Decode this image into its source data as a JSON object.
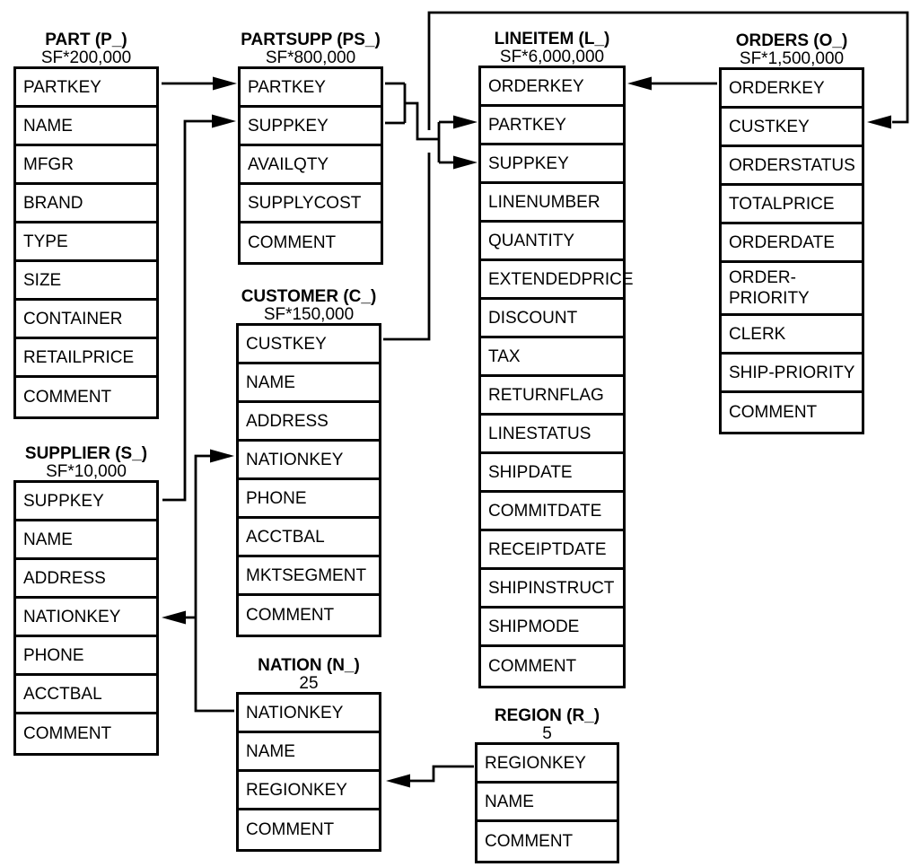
{
  "tables": {
    "part": {
      "title": "PART (P_)",
      "cardinality": "SF*200,000",
      "columns": [
        "PARTKEY",
        "NAME",
        "MFGR",
        "BRAND",
        "TYPE",
        "SIZE",
        "CONTAINER",
        "RETAILPRICE",
        "COMMENT"
      ]
    },
    "partsupp": {
      "title": "PARTSUPP (PS_)",
      "cardinality": "SF*800,000",
      "columns": [
        "PARTKEY",
        "SUPPKEY",
        "AVAILQTY",
        "SUPPLYCOST",
        "COMMENT"
      ]
    },
    "lineitem": {
      "title": "LINEITEM (L_)",
      "cardinality": "SF*6,000,000",
      "columns": [
        "ORDERKEY",
        "PARTKEY",
        "SUPPKEY",
        "LINENUMBER",
        "QUANTITY",
        "EXTENDEDPRICE",
        "DISCOUNT",
        "TAX",
        "RETURNFLAG",
        "LINESTATUS",
        "SHIPDATE",
        "COMMITDATE",
        "RECEIPTDATE",
        "SHIPINSTRUCT",
        "SHIPMODE",
        "COMMENT"
      ]
    },
    "orders": {
      "title": "ORDERS (O_)",
      "cardinality": "SF*1,500,000",
      "columns": [
        "ORDERKEY",
        "CUSTKEY",
        "ORDERSTATUS",
        "TOTALPRICE",
        "ORDERDATE",
        "ORDER-PRIORITY",
        "CLERK",
        "SHIP-PRIORITY",
        "COMMENT"
      ]
    },
    "customer": {
      "title": "CUSTOMER (C_)",
      "cardinality": "SF*150,000",
      "columns": [
        "CUSTKEY",
        "NAME",
        "ADDRESS",
        "NATIONKEY",
        "PHONE",
        "ACCTBAL",
        "MKTSEGMENT",
        "COMMENT"
      ]
    },
    "supplier": {
      "title": "SUPPLIER (S_)",
      "cardinality": "SF*10,000",
      "columns": [
        "SUPPKEY",
        "NAME",
        "ADDRESS",
        "NATIONKEY",
        "PHONE",
        "ACCTBAL",
        "COMMENT"
      ]
    },
    "nation": {
      "title": "NATION (N_)",
      "cardinality": "25",
      "columns": [
        "NATIONKEY",
        "NAME",
        "REGIONKEY",
        "COMMENT"
      ]
    },
    "region": {
      "title": "REGION (R_)",
      "cardinality": "5",
      "columns": [
        "REGIONKEY",
        "NAME",
        "COMMENT"
      ]
    }
  },
  "relations": [
    {
      "from": "PART.PARTKEY",
      "to": "PARTSUPP.PARTKEY"
    },
    {
      "from": "SUPPLIER.SUPPKEY",
      "to": "PARTSUPP.SUPPKEY"
    },
    {
      "from": "PARTSUPP.PARTKEY,SUPPKEY",
      "to": "LINEITEM.PARTKEY,SUPPKEY"
    },
    {
      "from": "ORDERS.ORDERKEY",
      "to": "LINEITEM.ORDERKEY"
    },
    {
      "from": "CUSTOMER.CUSTKEY",
      "to": "ORDERS.CUSTKEY"
    },
    {
      "from": "NATION.NATIONKEY",
      "to": "CUSTOMER.NATIONKEY"
    },
    {
      "from": "NATION.NATIONKEY",
      "to": "SUPPLIER.NATIONKEY"
    },
    {
      "from": "REGION.REGIONKEY",
      "to": "NATION.REGIONKEY"
    }
  ],
  "colors": {
    "line": "#000000",
    "background": "#ffffff",
    "text": "#000000"
  }
}
